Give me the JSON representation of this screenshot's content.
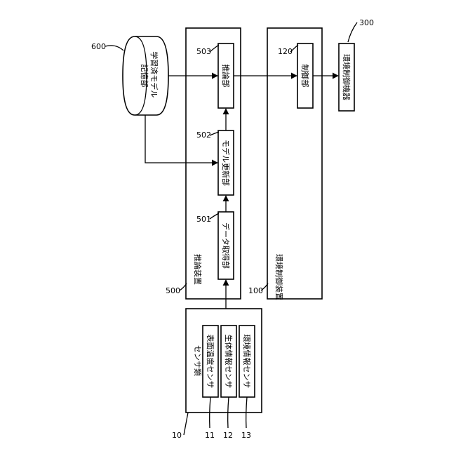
{
  "refs": {
    "r600": "600",
    "r503": "503",
    "r502": "502",
    "r501": "501",
    "r500": "500",
    "r120": "120",
    "r100": "100",
    "r300": "300",
    "r10": "10",
    "r11": "11",
    "r12": "12",
    "r13": "13"
  },
  "labels": {
    "learned_model_storage": "学習済モデル\n記憶部",
    "inference_unit": "推論部",
    "model_update_unit": "モデル更新部",
    "data_acquisition_unit": "データ取得部",
    "inference_device": "推論装置",
    "control_unit": "制御部",
    "environment_control_device": "環境制御装置",
    "environment_control_equipment": "環境制御機器",
    "sensors": "センサ類",
    "surface_temp_sensor": "表面温度センサ",
    "biometric_sensor": "生体情報センサ",
    "environment_sensor": "環境情報センサ"
  }
}
